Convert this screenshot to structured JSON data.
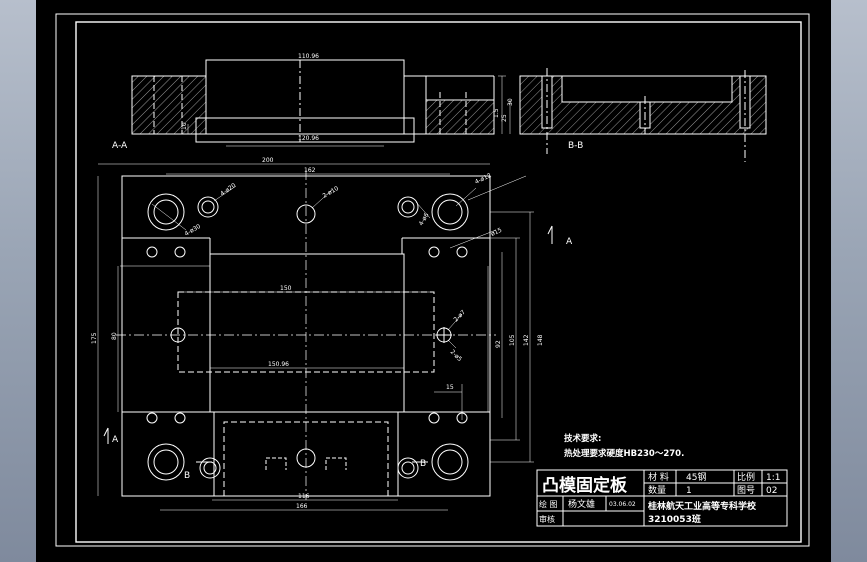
{
  "section_labels": {
    "aa": "A-A",
    "bb": "B-B",
    "a_mark_right": "A",
    "a_mark_left": "A",
    "b_mark_left": "B",
    "b_mark_right": "B"
  },
  "section_dims": {
    "top_width": "110.96",
    "bottom_width": "120.96",
    "v1": "10",
    "v2": "1.5",
    "v3": "30",
    "v4": "25"
  },
  "plan_dims": {
    "overall_width": "200",
    "hole_spacing": "162",
    "hole_d20": "4-ø20",
    "hole_d30": "4-ø30",
    "center_hole": "2-ø10",
    "hole_d12": "4-ø12",
    "hole_d6": "4-ø6",
    "hole_d15": "ø15",
    "small_hole": "2-ø7",
    "small_hole2": "2-ø5",
    "inner_width": "150",
    "inner_width2": "150.96",
    "left_height": "80",
    "overall_height": "175",
    "h92": "92",
    "h105": "105",
    "h142": "142",
    "h148": "148",
    "dim_15": "15",
    "bottom_116": "116",
    "bottom_166": "166"
  },
  "tech_notes": {
    "heading": "技术要求:",
    "line1": "热处理要求硬度HB230～270."
  },
  "title_block": {
    "part_name": "凸模固定板",
    "material_label": "材 料",
    "material_value": "45钢",
    "scale_label": "比例",
    "scale_value": "1:1",
    "qty_label": "数量",
    "qty_value": "1",
    "drawing_no_label": "图号",
    "drawing_no_value": "02",
    "drawn_label": "绘 图",
    "drawn_name": "杨文雄",
    "date": "03.06.02",
    "check_label": "审核",
    "school": "桂林航天工业高等专科学校",
    "class": "3210053班"
  }
}
